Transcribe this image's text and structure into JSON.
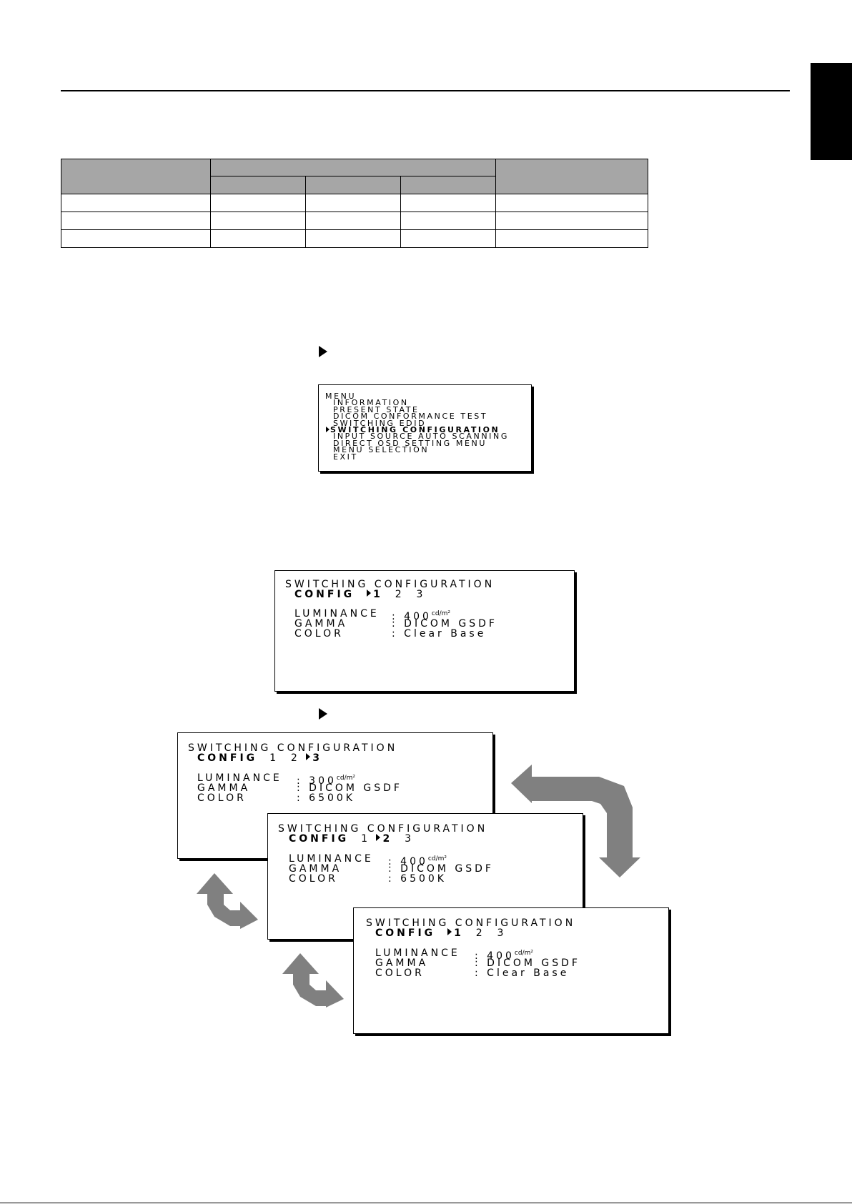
{
  "page": {
    "header_rule": true,
    "side_tab_color": "#000000"
  },
  "table": {
    "header_color": "#a6a6a6",
    "rows": 3,
    "columns": 5
  },
  "menu": {
    "items": [
      "MENU",
      "INFORMATION",
      "PRESENT STATE",
      "DICOM CONFORMANCE TEST",
      "SWITCHING EDID",
      "SWITCHING CONFIGURATION",
      "INPUT SOURCE AUTO SCANNING",
      "DIRECT OSD SETTING MENU",
      "MENU SELECTION",
      "EXIT"
    ],
    "selected": "SWITCHING CONFIGURATION"
  },
  "screens": {
    "main": {
      "title": "SWITCHING CONFIGURATION",
      "config_label": "CONFIG",
      "options": [
        "1",
        "2",
        "3"
      ],
      "selected": "1",
      "rows": [
        {
          "label": "LUMINANCE",
          "value": "400",
          "unit": "cd/m²"
        },
        {
          "label": "GAMMA",
          "value": "DICOM GSDF"
        },
        {
          "label": "COLOR",
          "value": "Clear Base"
        }
      ]
    },
    "config3": {
      "title": "SWITCHING CONFIGURATION",
      "config_label": "CONFIG",
      "options": [
        "1",
        "2",
        "3"
      ],
      "selected": "3",
      "rows": [
        {
          "label": "LUMINANCE",
          "value": "300",
          "unit": "cd/m²"
        },
        {
          "label": "GAMMA",
          "value": "DICOM GSDF"
        },
        {
          "label": "COLOR",
          "value": "6500K"
        }
      ]
    },
    "config2": {
      "title": "SWITCHING CONFIGURATION",
      "config_label": "CONFIG",
      "options": [
        "1",
        "2",
        "3"
      ],
      "selected": "2",
      "rows": [
        {
          "label": "LUMINANCE",
          "value": "400",
          "unit": "cd/m²"
        },
        {
          "label": "GAMMA",
          "value": "DICOM GSDF"
        },
        {
          "label": "COLOR",
          "value": "6500K"
        }
      ]
    },
    "config1": {
      "title": "SWITCHING CONFIGURATION",
      "config_label": "CONFIG",
      "options": [
        "1",
        "2",
        "3"
      ],
      "selected": "1",
      "rows": [
        {
          "label": "LUMINANCE",
          "value": "400",
          "unit": "cd/m²"
        },
        {
          "label": "GAMMA",
          "value": "DICOM GSDF"
        },
        {
          "label": "COLOR",
          "value": "Clear Base"
        }
      ]
    }
  },
  "cycle_arrow_color": "#808080"
}
